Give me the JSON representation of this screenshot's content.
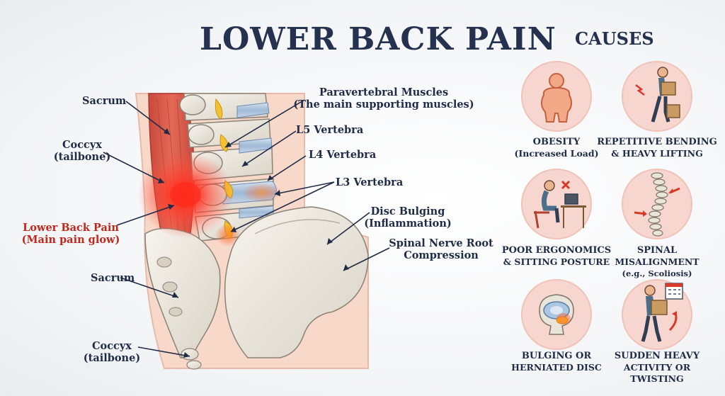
{
  "title": "LOWER BACK PAIN",
  "causes_title": "CAUSES",
  "labels": {
    "sacrum_top": "Sacrum",
    "coccyx_top_1": "Coccyx",
    "coccyx_top_2": "(tailbone)",
    "paravertebral_1": "Paravertebral Muscles",
    "paravertebral_2": "(The main supporting muscles)",
    "l5": "L5 Vertebra",
    "l4": "L4 Vertebra",
    "l3": "L3 Vertebra",
    "lower_back_pain_1": "Lower Back Pain",
    "lower_back_pain_2": "(Main pain glow)",
    "disc_bulging_1": "Disc Bulging",
    "disc_bulging_2": "(Inflammation)",
    "nerve_root_1": "Spinal Nerve Root",
    "nerve_root_2": "Compression",
    "sacrum_bottom": "Sacrum",
    "coccyx_bottom_1": "Coccyx",
    "coccyx_bottom_2": "(tailbone)"
  },
  "causes": [
    {
      "icon": "obesity-icon",
      "line1": "OBESITY",
      "line2": "(Increased Load)"
    },
    {
      "icon": "lifting-boxes-icon",
      "line1": "REPETITIVE BENDING",
      "line2": "& HEAVY LIFTING"
    },
    {
      "icon": "desk-posture-icon",
      "line1": "POOR ERGONOMICS",
      "line2": "& SITTING POSTURE"
    },
    {
      "icon": "curved-spine-icon",
      "line1": "SPINAL",
      "line2": "MISALIGNMENT",
      "line3": "(e.g., Scoliosis)"
    },
    {
      "icon": "herniated-disc-icon",
      "line1": "BULGING OR",
      "line2": "HERNIATED DISC"
    },
    {
      "icon": "sudden-lifting-icon",
      "line1": "SUDDEN HEAVY",
      "line2": "ACTIVITY OR TWISTING"
    }
  ],
  "colors": {
    "title": "#25324f",
    "pain_red": "#c0281c",
    "circle_fill": "#f6d6cf",
    "skin": "#f7d7c7",
    "bone": "#ece8df"
  }
}
